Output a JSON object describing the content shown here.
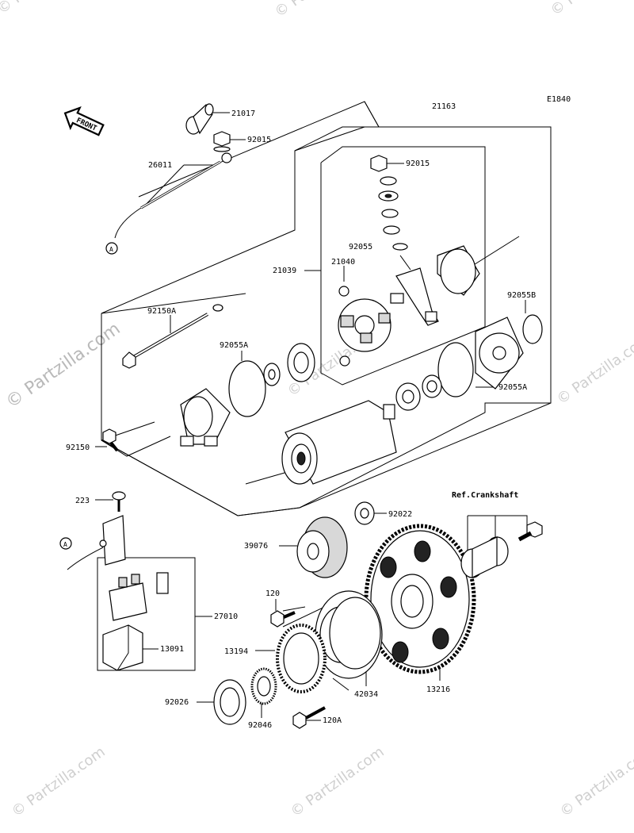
{
  "diagram": {
    "code": "E1840",
    "front_label": "FRONT",
    "ref_label": "Ref.Crankshaft",
    "connector_letter": "A",
    "watermark": "© Partzilla.com",
    "parts": [
      {
        "number": "21017"
      },
      {
        "number": "92015"
      },
      {
        "number": "26011"
      },
      {
        "number": "21163"
      },
      {
        "number": "92015"
      },
      {
        "number": "92055"
      },
      {
        "number": "21040"
      },
      {
        "number": "21039"
      },
      {
        "number": "92055B"
      },
      {
        "number": "92150A"
      },
      {
        "number": "92055A"
      },
      {
        "number": "92055A"
      },
      {
        "number": "92150"
      },
      {
        "number": "223"
      },
      {
        "number": "92022"
      },
      {
        "number": "39076"
      },
      {
        "number": "120"
      },
      {
        "number": "27010"
      },
      {
        "number": "13194"
      },
      {
        "number": "13091"
      },
      {
        "number": "42034"
      },
      {
        "number": "13216"
      },
      {
        "number": "92026"
      },
      {
        "number": "92046"
      },
      {
        "number": "120A"
      }
    ]
  }
}
